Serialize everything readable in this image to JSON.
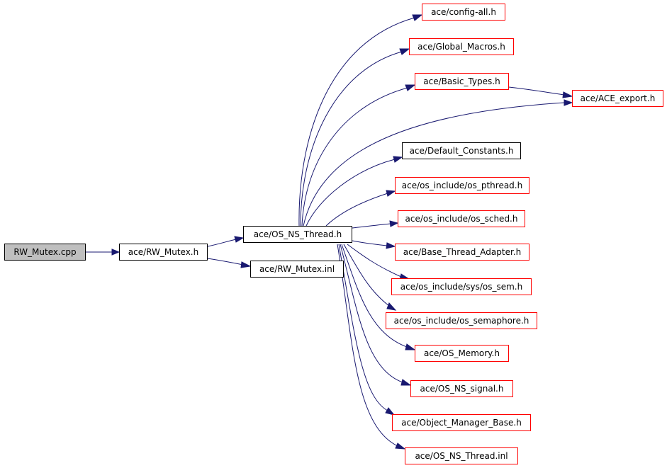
{
  "colors": {
    "edge": "#191970",
    "external_border": "#ff0000",
    "local_border": "#000000",
    "root_fill": "#bfbfbf"
  },
  "nodes": {
    "rw_mutex_cpp": "RW_Mutex.cpp",
    "rw_mutex_h": "ace/RW_Mutex.h",
    "os_ns_thread_h": "ace/OS_NS_Thread.h",
    "rw_mutex_inl": "ace/RW_Mutex.inl",
    "config_all_h": "ace/config-all.h",
    "global_macros_h": "ace/Global_Macros.h",
    "basic_types_h": "ace/Basic_Types.h",
    "ace_export_h": "ace/ACE_export.h",
    "default_constants_h": "ace/Default_Constants.h",
    "os_pthread_h": "ace/os_include/os_pthread.h",
    "os_sched_h": "ace/os_include/os_sched.h",
    "base_thread_adapter_h": "ace/Base_Thread_Adapter.h",
    "os_sem_h": "ace/os_include/sys/os_sem.h",
    "os_semaphore_h": "ace/os_include/os_semaphore.h",
    "os_memory_h": "ace/OS_Memory.h",
    "os_ns_signal_h": "ace/OS_NS_signal.h",
    "object_manager_base_h": "ace/Object_Manager_Base.h",
    "os_ns_thread_inl": "ace/OS_NS_Thread.inl"
  }
}
